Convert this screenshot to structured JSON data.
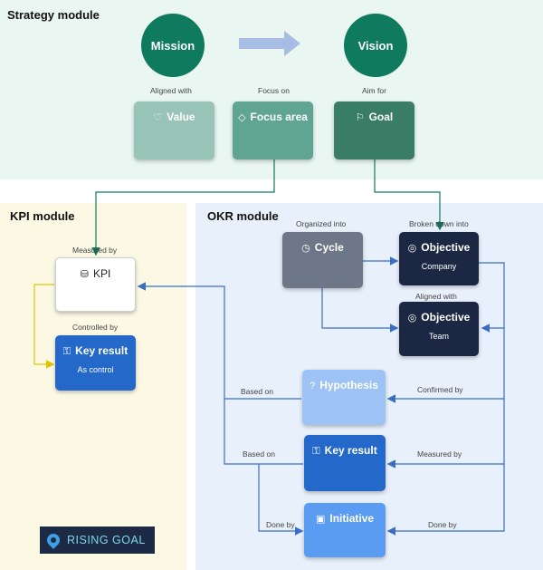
{
  "strategy_module": {
    "title": "Strategy module",
    "mission": "Mission",
    "vision": "Vision",
    "labels": {
      "aligned_with": "Aligned with",
      "focus_on": "Focus on",
      "aim_for": "Aim for"
    },
    "value": {
      "icon": "heart-icon",
      "label": "Value",
      "color": "#98c4b7"
    },
    "focus_area": {
      "icon": "diamond-icon",
      "label": "Focus area",
      "color": "#5fa592"
    },
    "goal": {
      "icon": "flag-icon",
      "label": "Goal",
      "color": "#3a7d67"
    }
  },
  "kpi_module": {
    "title": "KPI module",
    "labels": {
      "measured_by": "Measured by",
      "controlled_by": "Controlled by"
    },
    "kpi": {
      "icon": "database-icon",
      "label": "KPI"
    },
    "key_result": {
      "icon": "key-icon",
      "label": "Key result",
      "sub": "As control",
      "color": "#2468c9"
    }
  },
  "okr_module": {
    "title": "OKR module",
    "labels": {
      "organized_into": "Organized into",
      "broken_down_into": "Broken down into",
      "aligned_with": "Aligned with",
      "based_on_1": "Based on",
      "confirmed_by": "Confirmed by",
      "based_on_2": "Based on",
      "measured_by": "Measured by",
      "done_by_1": "Done by",
      "done_by_2": "Done by"
    },
    "cycle": {
      "icon": "clock-icon",
      "label": "Cycle",
      "color": "#6e7788"
    },
    "objective_company": {
      "icon": "target-icon",
      "label": "Objective",
      "sub": "Company",
      "color": "#1c2843"
    },
    "objective_team": {
      "icon": "target-icon",
      "label": "Objective",
      "sub": "Team",
      "color": "#1c2843"
    },
    "hypothesis": {
      "icon": "question-icon",
      "label": "Hypothesis",
      "color": "#9cc3f4"
    },
    "key_result": {
      "icon": "key-icon",
      "label": "Key result",
      "color": "#2468c9"
    },
    "initiative": {
      "icon": "calendar-icon",
      "label": "Initiative",
      "color": "#5a9cf2"
    }
  },
  "logo": {
    "text": "RISING GOAL"
  }
}
